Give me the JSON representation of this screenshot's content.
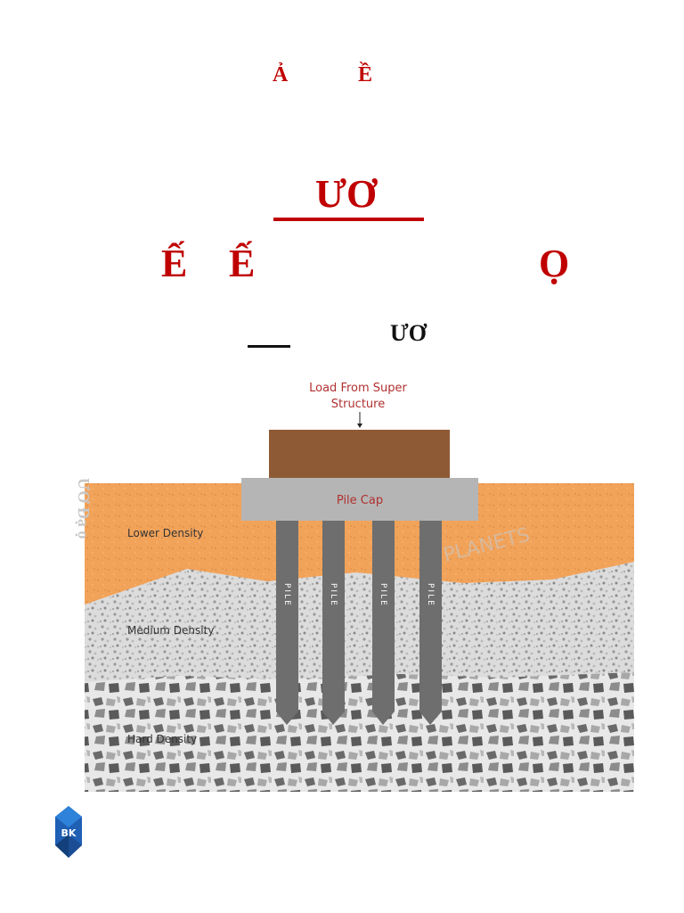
{
  "header": {
    "line1_a": "Ả",
    "line1_b": "Ề",
    "line2": "ƯƠ",
    "line3_a": "Ế",
    "line3_b": "Ế",
    "line3_c": "Ọ",
    "line4": "ƯƠ"
  },
  "colors": {
    "title_red": "#c00000",
    "sand": "#f2a35a",
    "load_block": "#8e5a36",
    "pile_cap": "#b5b5b5",
    "pile": "#6e6e6e",
    "label_red": "#b03030"
  },
  "diagram": {
    "load_label_line1": "Load From Super",
    "load_label_line2": "Structure",
    "pile_cap_label": "Pile Cap",
    "pile_label": "PILE",
    "layers": [
      {
        "label": "Lower Density"
      },
      {
        "label": "Medium Density"
      },
      {
        "label": "Hard Density"
      }
    ],
    "side_text": "ƯƠ Đạ ọ",
    "watermark": "PLANETS"
  },
  "logo": {
    "text": "BK",
    "icon": "bk-logo-icon"
  }
}
